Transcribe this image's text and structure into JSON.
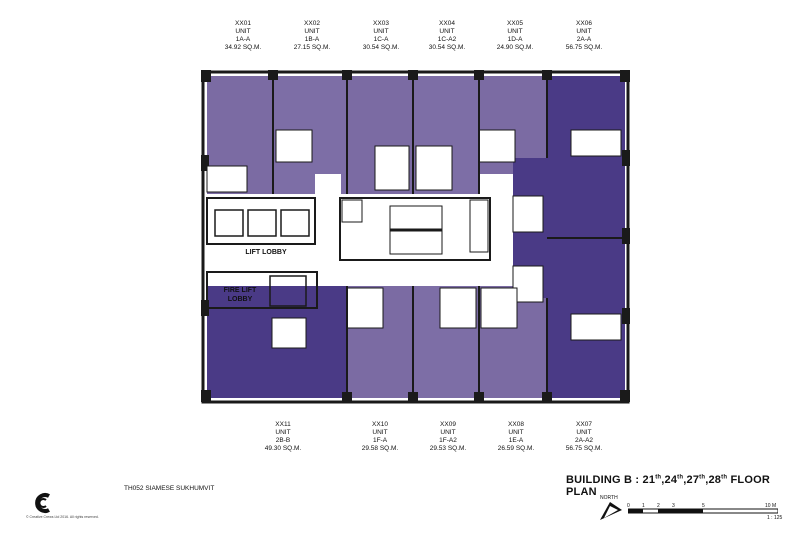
{
  "units_top": [
    {
      "code": "XX01",
      "unit": "UNIT",
      "type": "1A-A",
      "area": "34.92 SQ.M."
    },
    {
      "code": "XX02",
      "unit": "UNIT",
      "type": "1B-A",
      "area": "27.15 SQ.M."
    },
    {
      "code": "XX03",
      "unit": "UNIT",
      "type": "1C-A",
      "area": "30.54 SQ.M."
    },
    {
      "code": "XX04",
      "unit": "UNIT",
      "type": "1C-A2",
      "area": "30.54 SQ.M."
    },
    {
      "code": "XX05",
      "unit": "UNIT",
      "type": "1D-A",
      "area": "24.90 SQ.M."
    },
    {
      "code": "XX06",
      "unit": "UNIT",
      "type": "2A-A",
      "area": "56.75 SQ.M."
    }
  ],
  "units_bottom": [
    {
      "code": "XX11",
      "unit": "UNIT",
      "type": "2B-B",
      "area": "49.30 SQ.M."
    },
    {
      "code": "XX10",
      "unit": "UNIT",
      "type": "1F-A",
      "area": "29.58 SQ.M."
    },
    {
      "code": "XX09",
      "unit": "UNIT",
      "type": "1F-A2",
      "area": "29.53 SQ.M."
    },
    {
      "code": "XX08",
      "unit": "UNIT",
      "type": "1E-A",
      "area": "26.59 SQ.M."
    },
    {
      "code": "XX07",
      "unit": "UNIT",
      "type": "2A-A2",
      "area": "56.75 SQ.M."
    }
  ],
  "lobbies": {
    "lift": "LIFT LOBBY",
    "fire_1": "FIRE LIFT",
    "fire_2": "LOBBY"
  },
  "title": {
    "main": "BUILDING B : 21",
    "s1": "th",
    "p2": ",24",
    "s2": "th",
    "p3": ",27",
    "s3": "th",
    "p4": ",28",
    "s4": "th",
    "end": " FLOOR PLAN"
  },
  "project": "TH052 SIAMESE SUKHUMVIT",
  "copyright": "© Creative Crews Ltd 2016. All rights reserved.",
  "north": "NORTH",
  "scale_ticks": [
    "0",
    "1",
    "2",
    "3",
    "5",
    "10 M"
  ],
  "scale_ratio": "1 : 125",
  "colors": {
    "unit_light": "#7b6ba3",
    "unit_mid": "#6a5a98",
    "unit_dark": "#4a3a86",
    "wall": "#1a1a1a",
    "core": "#ffffff"
  }
}
